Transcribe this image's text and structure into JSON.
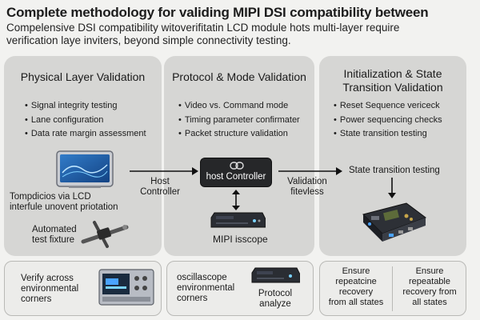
{
  "header": {
    "title": "Complete methodology for validing MIPI DSI compatibility between",
    "subtitle_line1": "Compelensive DSI compatibility witoverifitatin LCD module hots multi-layer require",
    "subtitle_line2": "verification laye inviters, beyond simple connectivity testing."
  },
  "panels": [
    {
      "title": "Physical Layer Validation",
      "bullets": [
        "Signal integrity testing",
        "Lane configuration",
        "Data rate margin assessment"
      ]
    },
    {
      "title": "Protocol & Mode Validation",
      "bullets": [
        "Video vs. Command mode",
        "Timing parameter confirmater",
        "Packet structure validation"
      ]
    },
    {
      "title_line1": "Initialization & State",
      "title_line2": "Transition Validation",
      "bullets": [
        "Reset Sequence vericeck",
        "Power sequencing checks",
        "State transition testing"
      ]
    }
  ],
  "flow": {
    "lcd_caption_line1": "Tompdicios via LCD",
    "lcd_caption_line2": "interfule unovent priotation",
    "fixture_label_line1": "Automated",
    "fixture_label_line2": "test fixture",
    "arrow1_label_line1": "Host",
    "arrow1_label_line2": "Controller",
    "host_controller": "host Controller",
    "mipi_label": "MIPI isscope",
    "arrow2_label_line1": "Validation",
    "arrow2_label_line2": "fitevless",
    "state_label": "State transition testing"
  },
  "bottom": {
    "box1_line1": "Verify across",
    "box1_line2": "environmental",
    "box1_line3": "corners",
    "box2_line1": "oscillascope",
    "box2_line2": "environmental",
    "box2_line3": "corners",
    "box2_device_line1": "Protocol",
    "box2_device_line2": "analyze",
    "box3_left_line1": "Ensure",
    "box3_left_line2": "repeatcine",
    "box3_left_line3": "recovery",
    "box3_left_line4": "from all states",
    "box3_right_line1": "Ensure",
    "box3_right_line2": "repeatable",
    "box3_right_line3": "recovery from",
    "box3_right_line4": "all states"
  }
}
